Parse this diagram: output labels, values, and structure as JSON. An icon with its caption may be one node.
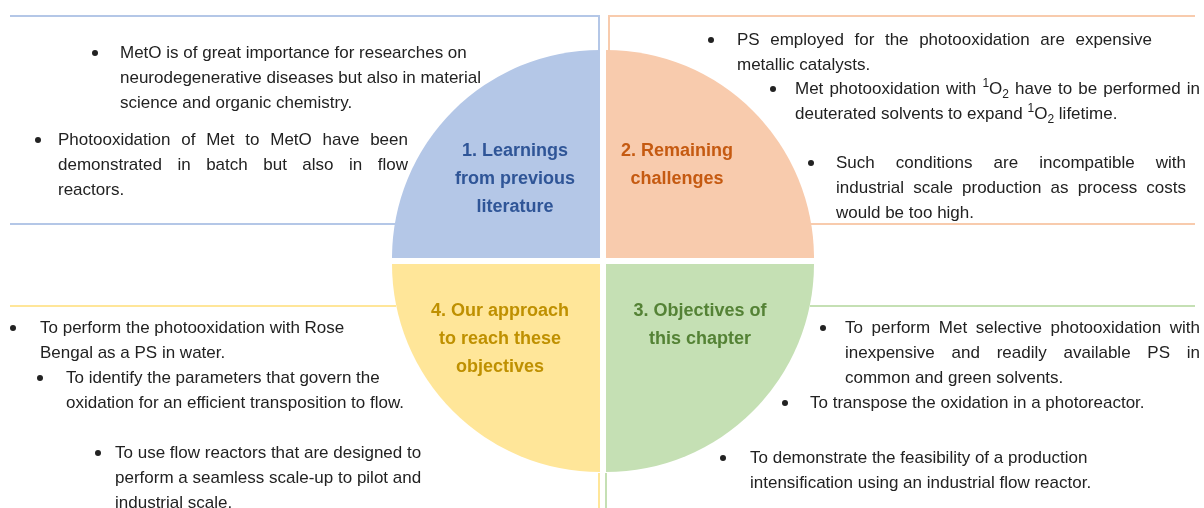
{
  "diagram": {
    "nodes": [
      {
        "text": [
          "MetO is of great importance for researches on neurodegenerative diseases but also in material science and organic chemistry.",
          "Photooxidation of Met to MetO have been demonstrated in batch but also in flow reactors."
        ]
      },
      {
        "text": [
          "1. Learnings from previous literature"
        ]
      },
      {
        "text": [
          "2. Remaining challenges"
        ]
      },
      {
        "text": [
          "PS employed for the photooxidation are expensive metallic catalysts.",
          "Met photooxidation with $^{1}$O$_{2}$ have to be performed in deuterated solvents to expand $^{1}$O$_{2}$ lifetime.",
          "Such conditions are incompatible with industrial scale production as process costs would be too high."
        ]
      },
      {
        "text": [
          "To perform the photooxidation with Rose Bengal as a PS in water.",
          "To identify the parameters that govern the oxidation for an efficient transposition to flow.",
          "To use flow reactors that are designed to perform a seamless scale-up to pilot and industrial scale."
        ]
      },
      {
        "text": [
          "4. Our approach to reach these objectives"
        ]
      },
      {
        "text": [
          "3. Objectives of this chapter"
        ]
      },
      {
        "text": [
          "To perform Met selective photooxidation with inexpensive and readily available PS in common and green solvents.",
          "To transpose the oxidation in a photoreactor.",
          "To demonstrate the feasibility of a production intensification using an industrial flow reactor."
        ]
      }
    ]
  }
}
